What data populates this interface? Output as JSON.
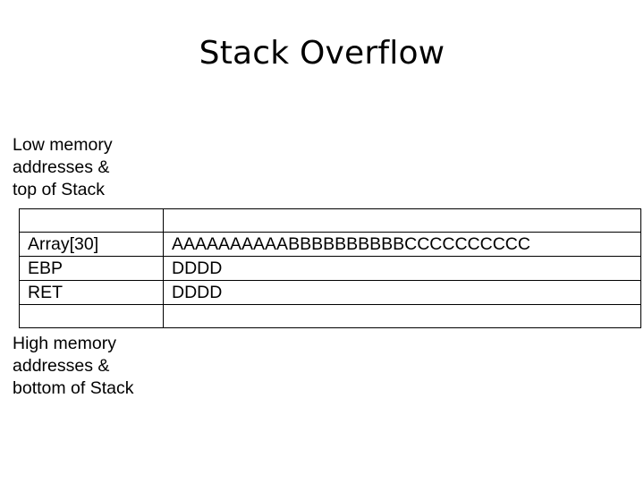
{
  "slide": {
    "title": "Stack Overflow",
    "background_color": "#ffffff",
    "text_color": "#000000"
  },
  "annotations": {
    "top": {
      "line1": "Low memory",
      "line2": "addresses &",
      "line3": "top of Stack"
    },
    "bottom": {
      "line1": "High memory",
      "line2": "addresses &",
      "line3": "bottom of Stack"
    }
  },
  "table": {
    "border_color": "#000000",
    "rows": [
      {
        "label": "",
        "value": ""
      },
      {
        "label": "Array[30]",
        "value": "AAAAAAAAAABBBBBBBBBBCCCCCCCCCC"
      },
      {
        "label": "EBP",
        "value": "DDDD"
      },
      {
        "label": "RET",
        "value": "DDDD"
      },
      {
        "label": "",
        "value": ""
      }
    ]
  }
}
